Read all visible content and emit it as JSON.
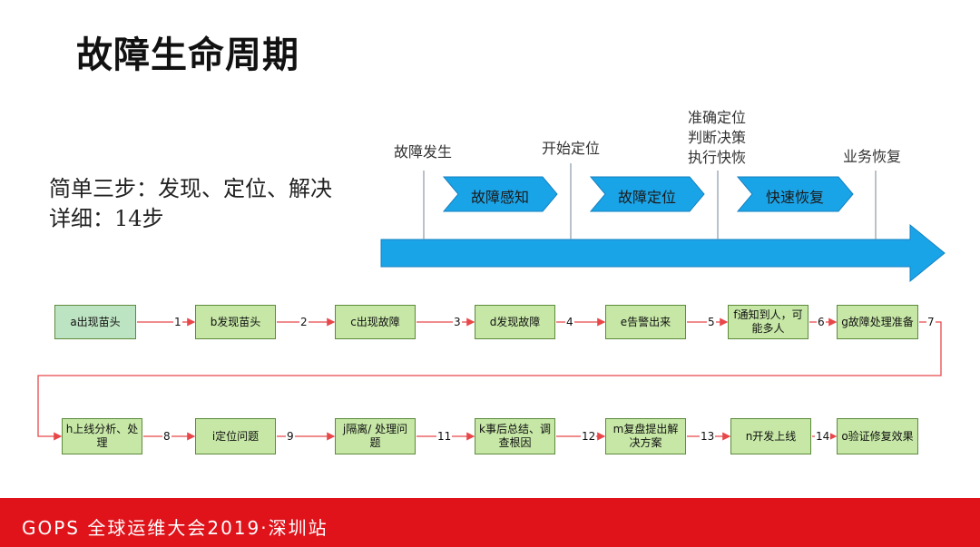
{
  "title": "故障生命周期",
  "summary": {
    "line1": "简单三步：发现、定位、解决",
    "line2": "详细：14步"
  },
  "timeline": {
    "milestones": [
      "故障发生",
      "开始定位",
      "准确定位",
      "判断决策",
      "执行快恢",
      "业务恢复"
    ],
    "phases": [
      "故障感知",
      "故障定位",
      "快速恢复"
    ]
  },
  "flow": {
    "row1": [
      "a出现苗头",
      "b发现苗头",
      "c出现故障",
      "d发现故障",
      "e告警出来",
      "f通知到人，可能多人",
      "g故障处理准备"
    ],
    "row2": [
      "h上线分析、处理",
      "i定位问题",
      "j隔离/ 处理问题",
      "k事后总结、调查根因",
      "m复盘提出解决方案",
      "n开发上线",
      "o验证修复效果"
    ],
    "connectors": [
      "1",
      "2",
      "3",
      "4",
      "5",
      "6",
      "7",
      "8",
      "9",
      "11",
      "12",
      "13",
      "14"
    ]
  },
  "footer": {
    "text": "GOPS 全球运维大会2019·深圳站"
  },
  "colors": {
    "arrow": "#1aa4e8",
    "box_fill": "#c6e7a6",
    "box_border": "#5d8a3a",
    "connector": "#e8474a",
    "footer": "#e0121a"
  }
}
